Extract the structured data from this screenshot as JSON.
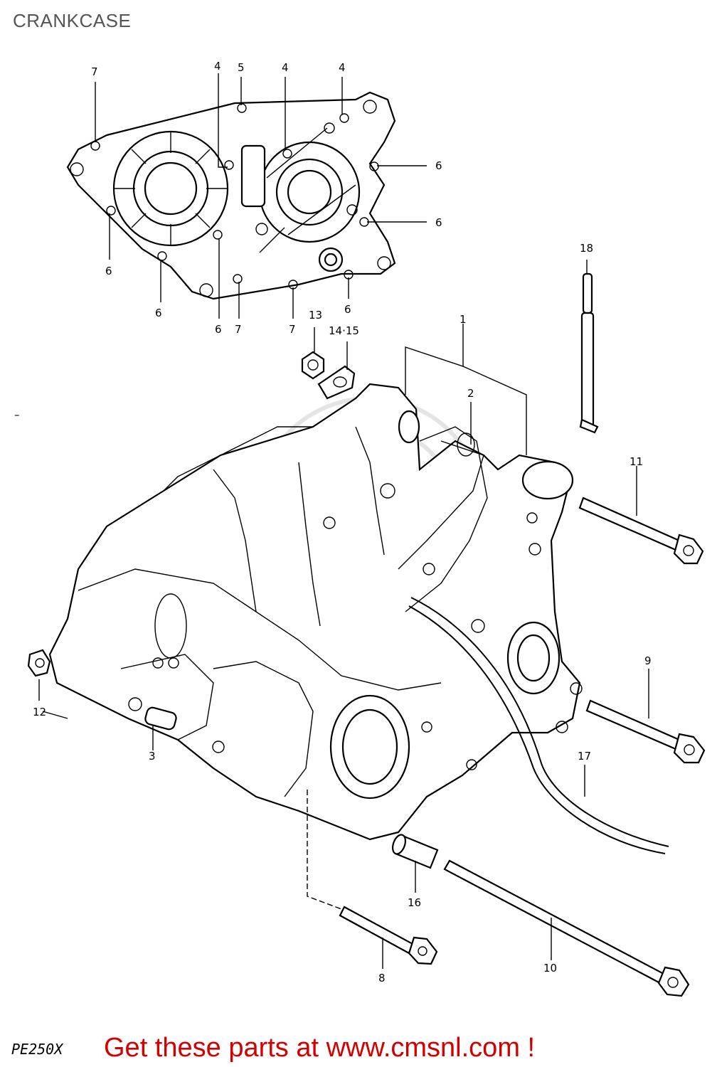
{
  "header": {
    "title": "CRANKCASE"
  },
  "footer": {
    "model_code": "PE250X",
    "promo_text": "Get these parts at www.cmsnl.com !"
  },
  "callouts": [
    {
      "id": "c7a",
      "label": "7"
    },
    {
      "id": "c4a",
      "label": "4"
    },
    {
      "id": "c5",
      "label": "5"
    },
    {
      "id": "c4b",
      "label": "4"
    },
    {
      "id": "c4c",
      "label": "4"
    },
    {
      "id": "c6a",
      "label": "6"
    },
    {
      "id": "c6b",
      "label": "6"
    },
    {
      "id": "c6c",
      "label": "6"
    },
    {
      "id": "c6d",
      "label": "6"
    },
    {
      "id": "c6e",
      "label": "6"
    },
    {
      "id": "c7b",
      "label": "7"
    },
    {
      "id": "c7c",
      "label": "7"
    },
    {
      "id": "c6f",
      "label": "6"
    },
    {
      "id": "c18",
      "label": "18"
    },
    {
      "id": "c13",
      "label": "13"
    },
    {
      "id": "c1415",
      "label": "14·15"
    },
    {
      "id": "c1",
      "label": "1"
    },
    {
      "id": "c2",
      "label": "2"
    },
    {
      "id": "c11",
      "label": "11"
    },
    {
      "id": "c9",
      "label": "9"
    },
    {
      "id": "c12",
      "label": "12"
    },
    {
      "id": "c3",
      "label": "3"
    },
    {
      "id": "c17",
      "label": "17"
    },
    {
      "id": "c16",
      "label": "16"
    },
    {
      "id": "c10",
      "label": "10"
    },
    {
      "id": "c8",
      "label": "8"
    },
    {
      "id": "cdash",
      "label": "–"
    }
  ]
}
